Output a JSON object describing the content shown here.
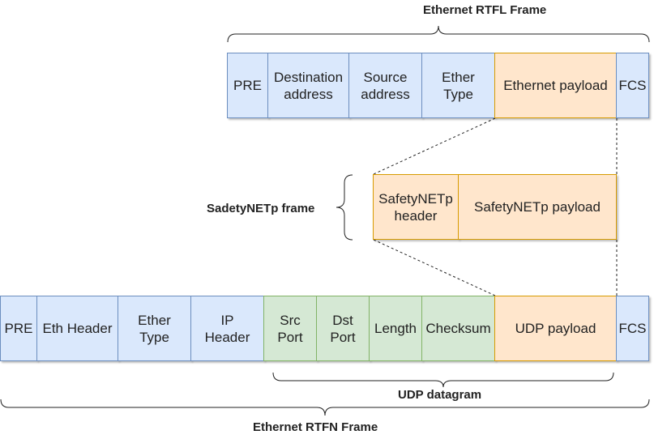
{
  "rtfl": {
    "title": "Ethernet RTFL Frame",
    "cells": [
      "PRE",
      "Destination\naddress",
      "Source\naddress",
      "Ether\nType",
      "Ethernet payload",
      "FCS"
    ]
  },
  "safety": {
    "title": "SadetyNETp frame",
    "cells": [
      "SafetyNETp\nheader",
      "SafetyNETp payload"
    ]
  },
  "rtfn": {
    "title": "Ethernet RTFN Frame",
    "cells": [
      "PRE",
      "Eth Header",
      "Ether\nType",
      "IP\nHeader",
      "Src\nPort",
      "Dst\nPort",
      "Length",
      "Checksum",
      "UDP payload",
      "FCS"
    ]
  },
  "udp": {
    "title": "UDP datagram"
  },
  "colors": {
    "blue_fill": "#dae8fc",
    "orange_fill": "#ffe6cc",
    "green_fill": "#d5e8d4"
  }
}
